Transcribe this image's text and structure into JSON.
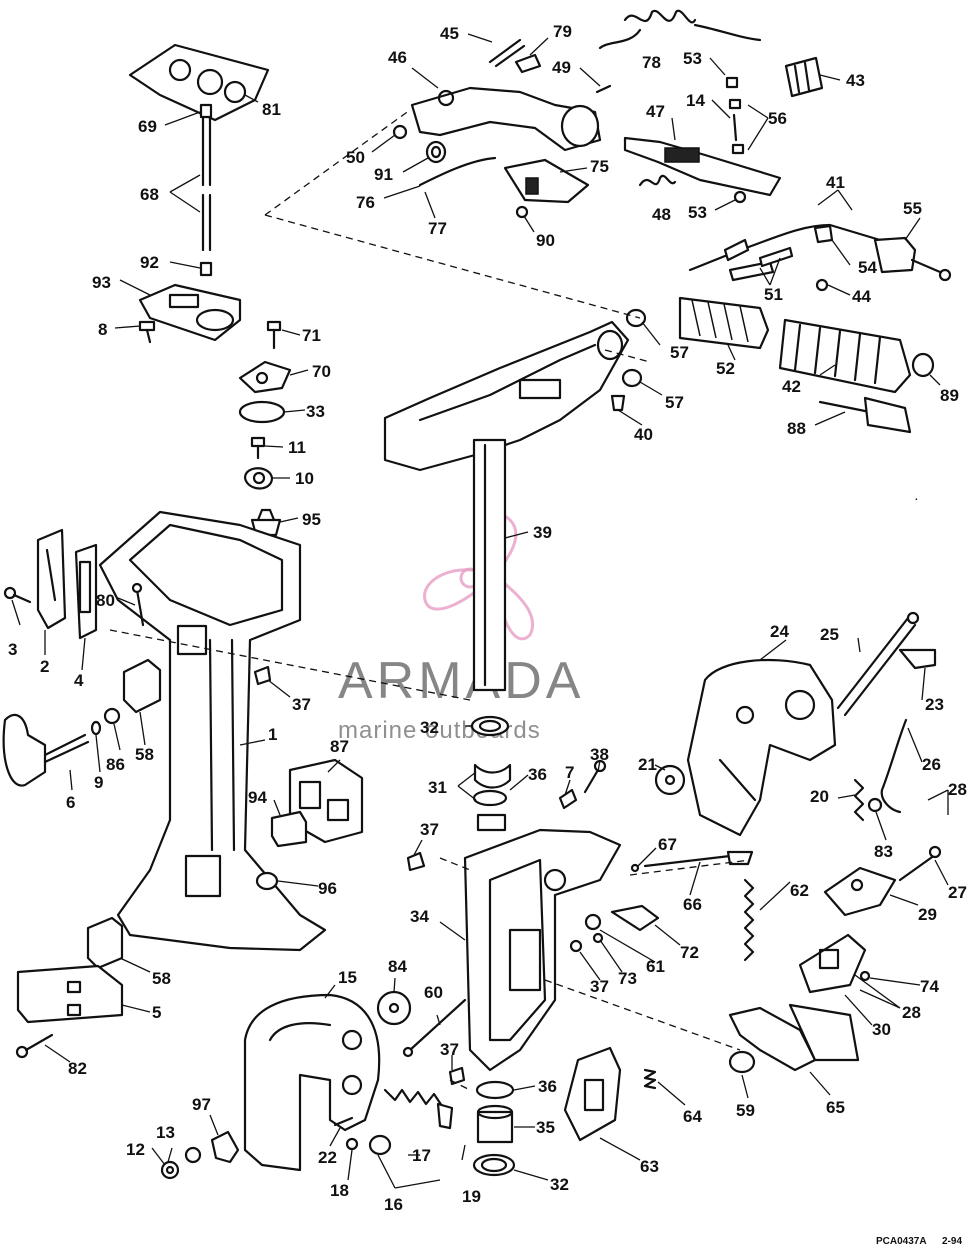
{
  "diagram": {
    "code": "PCA0437A",
    "date": "2-94",
    "watermark": {
      "brand": "ARMADA",
      "tagline": "marine outboards"
    },
    "callouts": [
      {
        "id": "c1",
        "text": "1"
      },
      {
        "id": "c2",
        "text": "2"
      },
      {
        "id": "c3",
        "text": "3"
      },
      {
        "id": "c4",
        "text": "4"
      },
      {
        "id": "c5",
        "text": "5"
      },
      {
        "id": "c6",
        "text": "6"
      },
      {
        "id": "c7",
        "text": "7"
      },
      {
        "id": "c8",
        "text": "8"
      },
      {
        "id": "c9",
        "text": "9"
      },
      {
        "id": "c10",
        "text": "10"
      },
      {
        "id": "c11",
        "text": "11"
      },
      {
        "id": "c12",
        "text": "12"
      },
      {
        "id": "c13",
        "text": "13"
      },
      {
        "id": "c14",
        "text": "14"
      },
      {
        "id": "c15",
        "text": "15"
      },
      {
        "id": "c16",
        "text": "16"
      },
      {
        "id": "c17",
        "text": "17"
      },
      {
        "id": "c18",
        "text": "18"
      },
      {
        "id": "c19",
        "text": "19"
      },
      {
        "id": "c20",
        "text": "20"
      },
      {
        "id": "c21",
        "text": "21"
      },
      {
        "id": "c22",
        "text": "22"
      },
      {
        "id": "c23",
        "text": "23"
      },
      {
        "id": "c24",
        "text": "24"
      },
      {
        "id": "c25",
        "text": "25"
      },
      {
        "id": "c26",
        "text": "26"
      },
      {
        "id": "c27",
        "text": "27"
      },
      {
        "id": "c28a",
        "text": "28"
      },
      {
        "id": "c28b",
        "text": "28"
      },
      {
        "id": "c29",
        "text": "29"
      },
      {
        "id": "c30",
        "text": "30"
      },
      {
        "id": "c31",
        "text": "31"
      },
      {
        "id": "c32a",
        "text": "32"
      },
      {
        "id": "c32b",
        "text": "32"
      },
      {
        "id": "c33",
        "text": "33"
      },
      {
        "id": "c34",
        "text": "34"
      },
      {
        "id": "c35",
        "text": "35"
      },
      {
        "id": "c36a",
        "text": "36"
      },
      {
        "id": "c36b",
        "text": "36"
      },
      {
        "id": "c37a",
        "text": "37"
      },
      {
        "id": "c37b",
        "text": "37"
      },
      {
        "id": "c37c",
        "text": "37"
      },
      {
        "id": "c37d",
        "text": "37"
      },
      {
        "id": "c38",
        "text": "38"
      },
      {
        "id": "c39",
        "text": "39"
      },
      {
        "id": "c40",
        "text": "40"
      },
      {
        "id": "c41",
        "text": "41"
      },
      {
        "id": "c42",
        "text": "42"
      },
      {
        "id": "c43",
        "text": "43"
      },
      {
        "id": "c44",
        "text": "44"
      },
      {
        "id": "c45",
        "text": "45"
      },
      {
        "id": "c46",
        "text": "46"
      },
      {
        "id": "c47",
        "text": "47"
      },
      {
        "id": "c48",
        "text": "48"
      },
      {
        "id": "c49",
        "text": "49"
      },
      {
        "id": "c50",
        "text": "50"
      },
      {
        "id": "c51",
        "text": "51"
      },
      {
        "id": "c52",
        "text": "52"
      },
      {
        "id": "c53a",
        "text": "53"
      },
      {
        "id": "c53b",
        "text": "53"
      },
      {
        "id": "c54",
        "text": "54"
      },
      {
        "id": "c55",
        "text": "55"
      },
      {
        "id": "c56",
        "text": "56"
      },
      {
        "id": "c57a",
        "text": "57"
      },
      {
        "id": "c57b",
        "text": "57"
      },
      {
        "id": "c58a",
        "text": "58"
      },
      {
        "id": "c58b",
        "text": "58"
      },
      {
        "id": "c59",
        "text": "59"
      },
      {
        "id": "c60",
        "text": "60"
      },
      {
        "id": "c61",
        "text": "61"
      },
      {
        "id": "c62",
        "text": "62"
      },
      {
        "id": "c63",
        "text": "63"
      },
      {
        "id": "c64",
        "text": "64"
      },
      {
        "id": "c65",
        "text": "65"
      },
      {
        "id": "c66",
        "text": "66"
      },
      {
        "id": "c67",
        "text": "67"
      },
      {
        "id": "c68",
        "text": "68"
      },
      {
        "id": "c69",
        "text": "69"
      },
      {
        "id": "c70",
        "text": "70"
      },
      {
        "id": "c71",
        "text": "71"
      },
      {
        "id": "c72",
        "text": "72"
      },
      {
        "id": "c73",
        "text": "73"
      },
      {
        "id": "c74",
        "text": "74"
      },
      {
        "id": "c75",
        "text": "75"
      },
      {
        "id": "c76",
        "text": "76"
      },
      {
        "id": "c77",
        "text": "77"
      },
      {
        "id": "c78",
        "text": "78"
      },
      {
        "id": "c79",
        "text": "79"
      },
      {
        "id": "c80",
        "text": "80"
      },
      {
        "id": "c81",
        "text": "81"
      },
      {
        "id": "c82",
        "text": "82"
      },
      {
        "id": "c83",
        "text": "83"
      },
      {
        "id": "c84",
        "text": "84"
      },
      {
        "id": "c86",
        "text": "86"
      },
      {
        "id": "c87",
        "text": "87"
      },
      {
        "id": "c88",
        "text": "88"
      },
      {
        "id": "c89",
        "text": "89"
      },
      {
        "id": "c90",
        "text": "90"
      },
      {
        "id": "c91",
        "text": "91"
      },
      {
        "id": "c92",
        "text": "92"
      },
      {
        "id": "c93",
        "text": "93"
      },
      {
        "id": "c94",
        "text": "94"
      },
      {
        "id": "c95",
        "text": "95"
      },
      {
        "id": "c96",
        "text": "96"
      },
      {
        "id": "c97",
        "text": "97"
      }
    ]
  }
}
